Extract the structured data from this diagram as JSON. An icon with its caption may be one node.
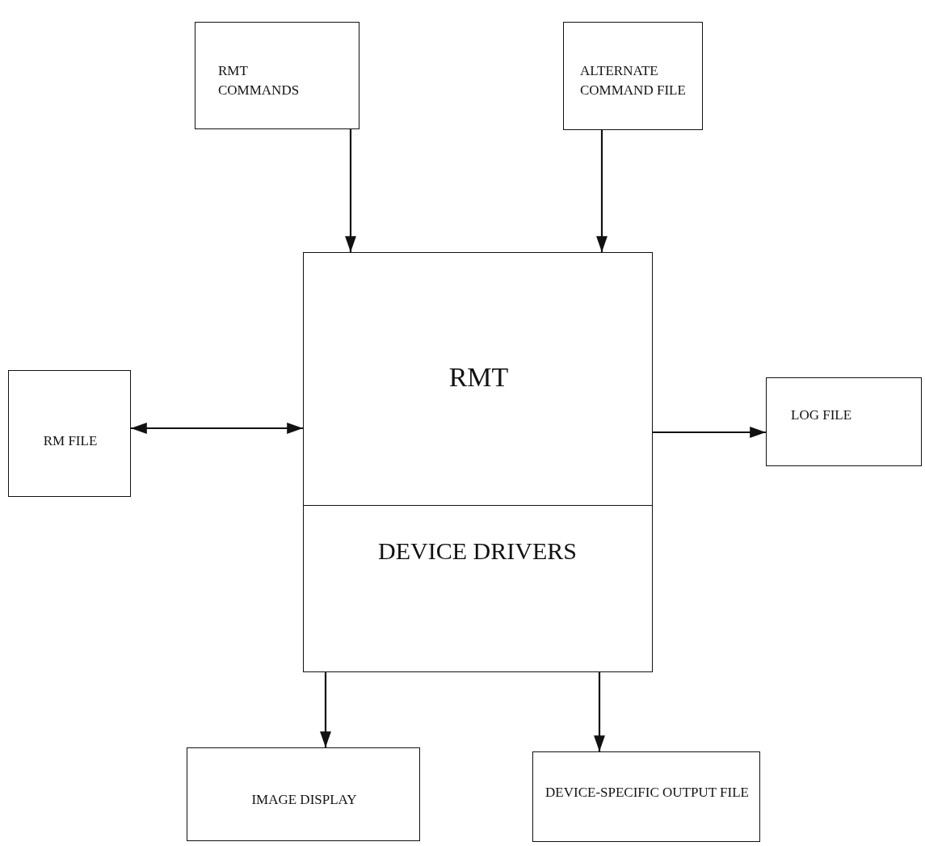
{
  "diagram": {
    "nodes": [
      {
        "text": [
          "RMT COMMANDS"
        ]
      },
      {
        "text": [
          "ALTERNATE COMMAND FILE"
        ]
      },
      {
        "text": [
          "RMT"
        ]
      },
      {
        "text": [
          "DEVICE DRIVERS"
        ],
        "in": 2
      },
      {
        "text": [
          "RM FILE"
        ]
      },
      {
        "text": [
          "LOG FILE"
        ]
      },
      {
        "text": [
          "IMAGE DISPLAY"
        ]
      },
      {
        "text": [
          "DEVICE-SPECIFIC OUTPUT FILE"
        ]
      }
    ],
    "edges": [
      {
        "from": 0,
        "to": 2,
        "arrow": "to"
      },
      {
        "from": 1,
        "to": 2,
        "arrow": "to"
      },
      {
        "from": 4,
        "to": 2,
        "arrow": "both"
      },
      {
        "from": 2,
        "to": 5,
        "arrow": "to"
      },
      {
        "from": 3,
        "to": 6,
        "arrow": "to"
      },
      {
        "from": 3,
        "to": 7,
        "arrow": "to"
      }
    ]
  }
}
